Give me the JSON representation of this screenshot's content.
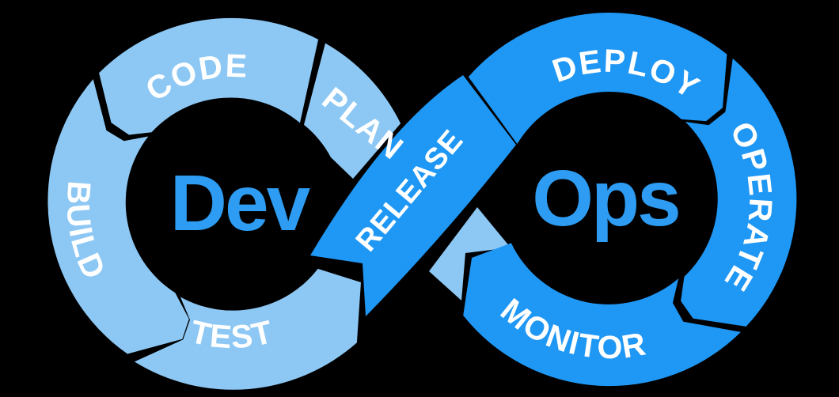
{
  "colors": {
    "background": "#000000",
    "dev_ring": "#8DC8F4",
    "ops_ring": "#1F97F4",
    "center_text": "#2D9CF2",
    "label_text": "#FFFFFF"
  },
  "dev_loop": {
    "name": "Dev",
    "segments": {
      "code": "CODE",
      "plan": "PLAN",
      "build": "BUILD",
      "test": "TEST"
    }
  },
  "ops_loop": {
    "name": "Ops",
    "segments": {
      "deploy": "DEPLOY",
      "operate": "OPERATE",
      "monitor": "MONITOR",
      "release": "RELEASE"
    }
  }
}
